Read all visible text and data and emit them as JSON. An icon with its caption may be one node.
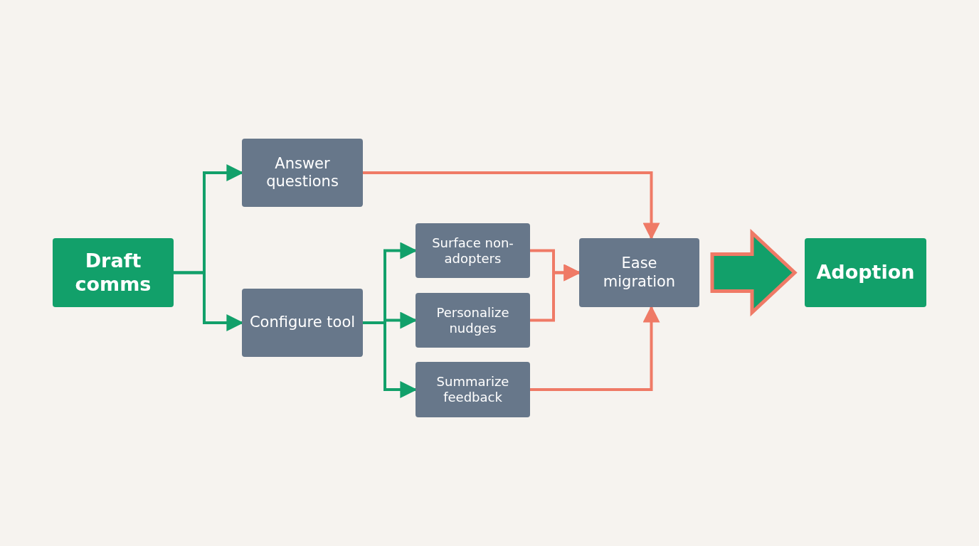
{
  "diagram": {
    "nodes": [
      {
        "text": [
          "Draft comms"
        ]
      },
      {
        "text": [
          "Answer questions"
        ]
      },
      {
        "text": [
          "Configure tool"
        ]
      },
      {
        "text": [
          "Surface non-adopters"
        ]
      },
      {
        "text": [
          "Personalize nudges"
        ]
      },
      {
        "text": [
          "Summarize feedback"
        ]
      },
      {
        "text": [
          "Ease migration"
        ]
      },
      {
        "text": [
          "Adoption"
        ]
      }
    ],
    "edges": [
      {
        "from": 0,
        "to": 1,
        "arrow": "to"
      },
      {
        "from": 0,
        "to": 2,
        "arrow": "to"
      },
      {
        "from": 2,
        "to": 3,
        "arrow": "to"
      },
      {
        "from": 2,
        "to": 4,
        "arrow": "to"
      },
      {
        "from": 2,
        "to": 5,
        "arrow": "to"
      },
      {
        "from": 1,
        "to": 6,
        "arrow": "to",
        "color": "#ef7a66"
      },
      {
        "from": 3,
        "to": 6,
        "arrow": "to",
        "color": "#ef7a66"
      },
      {
        "from": 4,
        "to": 6,
        "arrow": "to",
        "color": "#ef7a66"
      },
      {
        "from": 5,
        "to": 6,
        "arrow": "to",
        "color": "#ef7a66"
      },
      {
        "from": 6,
        "to": 7,
        "arrow": "to",
        "style": "thick"
      }
    ]
  }
}
